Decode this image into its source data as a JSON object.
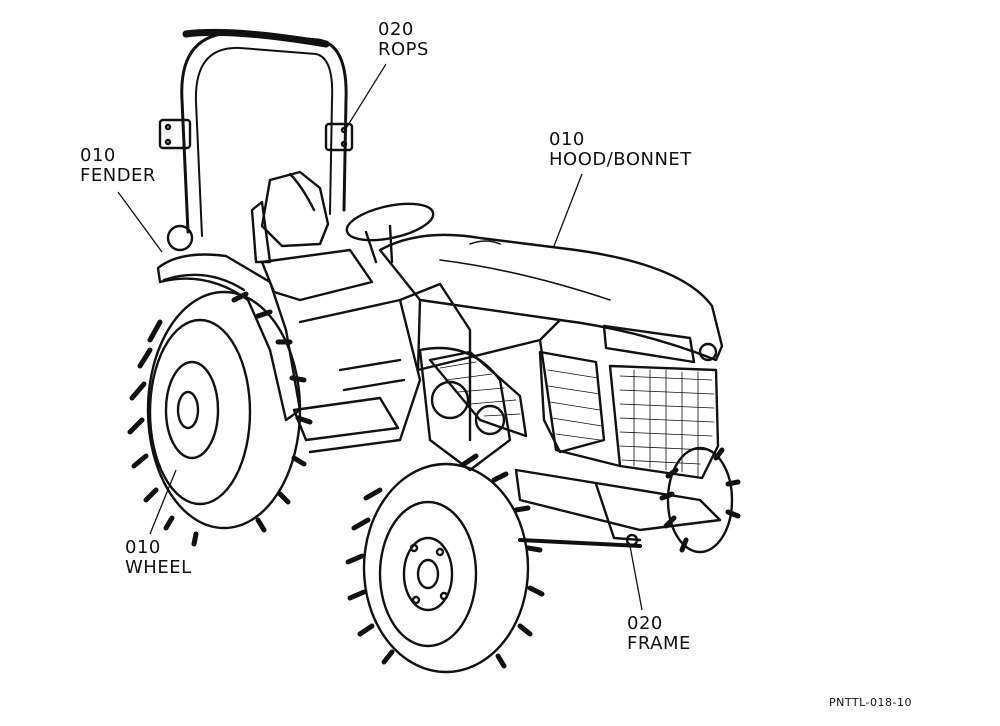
{
  "callouts": {
    "rops": {
      "number": "020",
      "name": "ROPS"
    },
    "fender": {
      "number": "010",
      "name": "FENDER"
    },
    "hood": {
      "number": "010",
      "name": "HOOD/BONNET"
    },
    "wheel": {
      "number": "010",
      "name": "WHEEL"
    },
    "frame": {
      "number": "020",
      "name": "FRAME"
    }
  },
  "figure_ref": "PNTTL-018-10"
}
